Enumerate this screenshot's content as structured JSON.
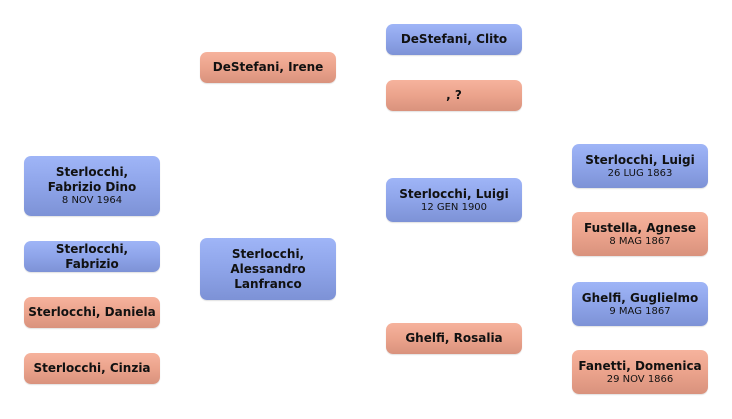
{
  "colors": {
    "male": "#8ea4e9",
    "female": "#eba38c"
  },
  "siblings": [
    {
      "name": "Sterlocchi, Fabrizio Dino",
      "date": "8 NOV 1964",
      "gender": "male"
    },
    {
      "name": "Sterlocchi, Fabrizio",
      "date": "",
      "gender": "male"
    },
    {
      "name": "Sterlocchi, Daniela",
      "date": "",
      "gender": "female"
    },
    {
      "name": "Sterlocchi, Cinzia",
      "date": "",
      "gender": "female"
    }
  ],
  "parents": [
    {
      "name": "DeStefani, Irene",
      "date": "",
      "gender": "female"
    },
    {
      "name": "Sterlocchi, Alessandro Lanfranco",
      "date": "",
      "gender": "male"
    }
  ],
  "grandparents": [
    {
      "name": "DeStefani, Clito",
      "date": "",
      "gender": "male"
    },
    {
      "name": ", ?",
      "date": "",
      "gender": "female"
    },
    {
      "name": "Sterlocchi, Luigi",
      "date": "12 GEN 1900",
      "gender": "male"
    },
    {
      "name": "Ghelfi, Rosalia",
      "date": "",
      "gender": "female"
    }
  ],
  "great_grandparents": [
    {
      "name": "Sterlocchi, Luigi",
      "date": "26 LUG 1863",
      "gender": "male"
    },
    {
      "name": "Fustella, Agnese",
      "date": "8 MAG 1867",
      "gender": "female"
    },
    {
      "name": "Ghelfi, Guglielmo",
      "date": "9 MAG 1867",
      "gender": "male"
    },
    {
      "name": "Fanetti, Domenica",
      "date": "29 NOV 1866",
      "gender": "female"
    }
  ]
}
